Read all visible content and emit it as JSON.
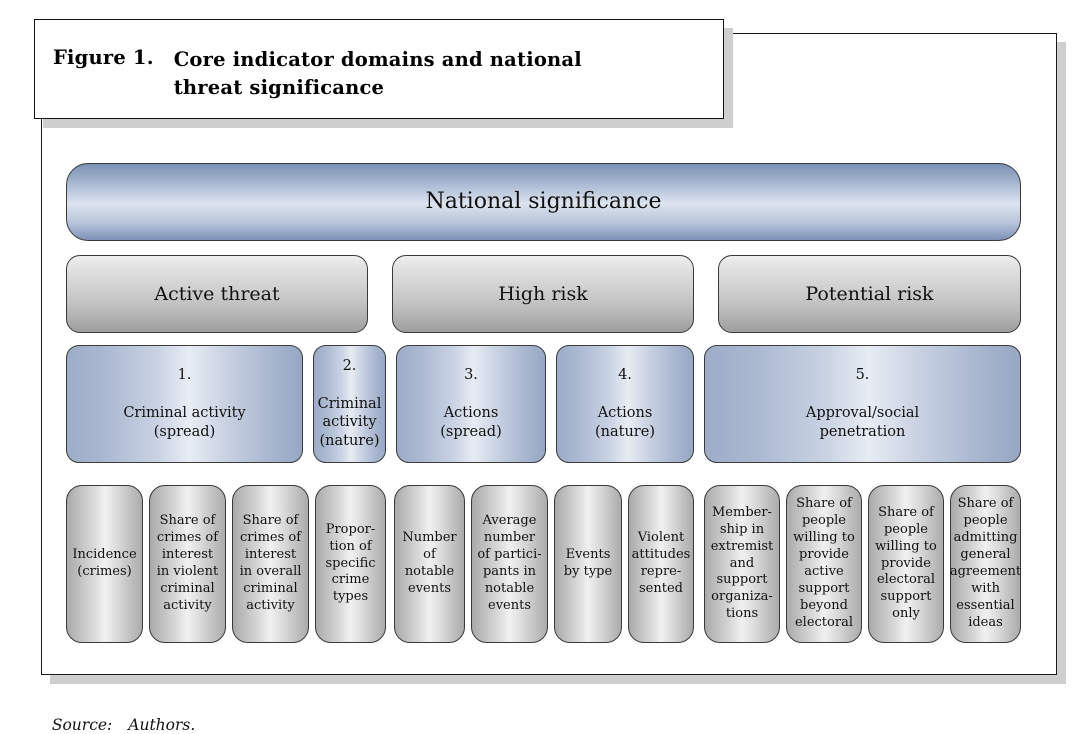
{
  "figure": {
    "label": "Figure 1.",
    "title": "Core indicator domains and national threat significance",
    "source_label": "Source:",
    "source_value": "Authors."
  },
  "colors": {
    "tier1_blue_dark": "#7c92b6",
    "tier1_blue_light": "#dde4ef",
    "tier2_gray_light": "#efefef",
    "tier2_gray_dark": "#9d9d9d",
    "tier3_blue_edge": "#9dacc8",
    "tier3_blue_center": "#e8ecf3",
    "tier4_gray_edge": "#a9a9a9",
    "tier4_gray_center": "#f1f1f1",
    "frame_border": "#1a1a1a",
    "frame_shadow": "#cfcfcf"
  },
  "diagram": {
    "type": "hierarchy",
    "tier1": {
      "label": "National significance"
    },
    "tier2": [
      {
        "label": "Active threat"
      },
      {
        "label": "High risk"
      },
      {
        "label": "Potential risk"
      }
    ],
    "tier3": [
      {
        "number": "1.",
        "label": "Criminal activity\n(spread)"
      },
      {
        "number": "2.",
        "label": "Criminal\nactivity\n(nature)"
      },
      {
        "number": "3.",
        "label": "Actions\n(spread)"
      },
      {
        "number": "4.",
        "label": "Actions\n(nature)"
      },
      {
        "number": "5.",
        "label": "Approval/social\npenetration"
      }
    ],
    "tier4": [
      {
        "label": "Incidence\n(crimes)"
      },
      {
        "label": "Share of\ncrimes of\ninterest\nin violent\ncriminal\nactivity"
      },
      {
        "label": "Share of\ncrimes of\ninterest\nin overall\ncriminal\nactivity"
      },
      {
        "label": "Propor-\ntion of\nspecific\ncrime\ntypes"
      },
      {
        "label": "Number\nof\nnotable\nevents"
      },
      {
        "label": "Average\nnumber\nof partici-\npants in\nnotable\nevents"
      },
      {
        "label": "Events\nby type"
      },
      {
        "label": "Violent\nattitudes\nrepre-\nsented"
      },
      {
        "label": "Member-\nship in\nextremist\nand\nsupport\norganiza-\ntions"
      },
      {
        "label": "Share of\npeople\nwilling to\nprovide\nactive\nsupport\nbeyond\nelectoral"
      },
      {
        "label": "Share of\npeople\nwilling to\nprovide\nelectoral\nsupport\nonly"
      },
      {
        "label": "Share of\npeople\nadmitting\ngeneral\nagreement\nwith\nessential\nideas"
      }
    ]
  }
}
